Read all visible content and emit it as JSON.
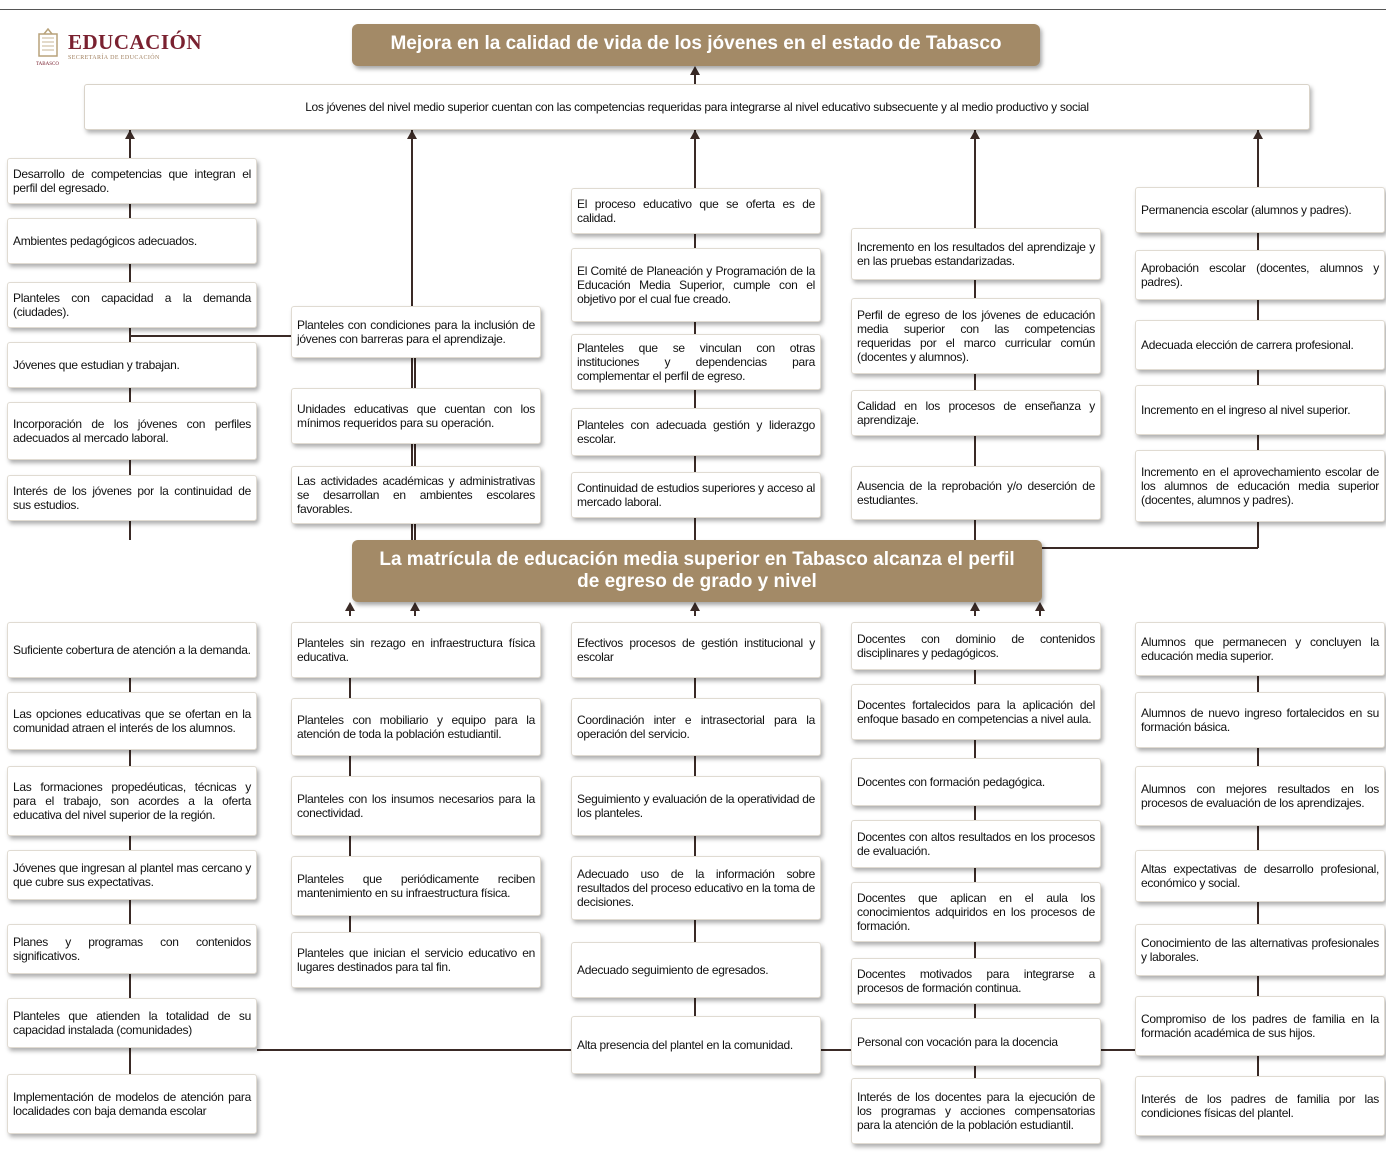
{
  "header": {
    "logo_text": "EDUCACIÓN",
    "logo_subtext": "SECRETARÍA DE EDUCACIÓN",
    "logo_state": "TABASCO"
  },
  "colors": {
    "banner": "#a38a67",
    "connector": "#3a2a26",
    "logo": "#7a2130"
  },
  "top_goal": "Mejora en la calidad de vida de los jóvenes en el estado de Tabasco",
  "result": "Los jóvenes del nivel medio superior cuentan con las competencias requeridas para integrarse al nivel educativo subsecuente y al medio productivo y social",
  "central_problem": "La matrícula de educación media superior en Tabasco alcanza el perfil de egreso de grado y nivel",
  "upper_columns": [
    [
      "Desarrollo de competencias que integran el perfil del egresado.",
      "Ambientes pedagógicos adecuados.",
      "Planteles con capacidad a la demanda (ciudades).",
      "Jóvenes que estudian y trabajan.",
      "Incorporación de los jóvenes con perfiles adecuados al mercado laboral.",
      "Interés de los jóvenes por la continuidad de sus estudios."
    ],
    [
      "Planteles con condiciones para la inclusión de jóvenes con barreras para el aprendizaje.",
      "Unidades educativas que cuentan con los mínimos requeridos para su operación.",
      "Las actividades académicas y administrativas se desarrollan en ambientes escolares favorables."
    ],
    [
      "El proceso educativo que se oferta es de calidad.",
      "El Comité de Planeación y Programación de la Educación Media Superior, cumple con el objetivo por el cual fue creado.",
      "Planteles que se vinculan con otras instituciones y dependencias para complementar el perfil de egreso.",
      "Planteles con adecuada gestión y liderazgo escolar.",
      "Continuidad de estudios superiores y acceso al mercado laboral."
    ],
    [
      "Incremento en los resultados del aprendizaje y en las pruebas estandarizadas.",
      "Perfil de egreso de los jóvenes de educación media superior con las competencias requeridas por el marco curricular común (docentes y alumnos).",
      "Calidad en los procesos de enseñanza y aprendizaje.",
      "Ausencia de la reprobación y/o deserción de estudiantes."
    ],
    [
      "Permanencia escolar (alumnos y padres).",
      "Aprobación escolar (docentes, alumnos y padres).",
      "Adecuada elección de carrera profesional.",
      "Incremento en el ingreso al nivel superior.",
      "Incremento en el aprovechamiento escolar de los alumnos de educación media superior (docentes, alumnos y padres)."
    ]
  ],
  "lower_columns": [
    [
      "Suficiente cobertura de atención a la demanda.",
      "Las opciones educativas que se ofertan en la comunidad atraen el interés de los alumnos.",
      "Las formaciones propedéuticas, técnicas y para el trabajo, son acordes a la oferta educativa del nivel superior de la región.",
      "Jóvenes que ingresan al plantel mas cercano y que cubre sus expectativas.",
      "Planes y programas con contenidos significativos.",
      "Planteles que atienden la totalidad de su capacidad instalada (comunidades)",
      "Implementación de modelos de atención para localidades con baja demanda escolar"
    ],
    [
      "Planteles sin rezago en infraestructura física educativa.",
      "Planteles con mobiliario y equipo para la atención de toda la población estudiantil.",
      "Planteles con los insumos necesarios para la conectividad.",
      "Planteles que periódicamente reciben mantenimiento en su infraestructura física.",
      "Planteles que inician el servicio educativo en lugares destinados para tal fin."
    ],
    [
      "Efectivos procesos de gestión institucional y escolar",
      "Coordinación inter e intrasectorial para la operación del servicio.",
      "Seguimiento y evaluación de la operatividad de los planteles.",
      "Adecuado uso de la información sobre resultados del proceso educativo en la toma de decisiones.",
      "Adecuado seguimiento de egresados.",
      "Alta presencia del plantel en la comunidad."
    ],
    [
      "Docentes con dominio de contenidos disciplinares y pedagógicos.",
      "Docentes fortalecidos para la aplicación del enfoque basado en competencias a nivel aula.",
      "Docentes con formación pedagógica.",
      "Docentes con altos resultados en los procesos de evaluación.",
      "Docentes que aplican en el aula los conocimientos adquiridos en los procesos de formación.",
      "Docentes motivados para integrarse a procesos de formación continua.",
      "Personal con vocación para la docencia",
      "Interés de los docentes para la ejecución de los programas y acciones compensatorias para la atención de la población estudiantil."
    ],
    [
      "Alumnos que permanecen y concluyen la educación media superior.",
      "Alumnos de nuevo ingreso fortalecidos en su formación básica.",
      "Alumnos con mejores resultados en los procesos de evaluación de los aprendizajes.",
      "Altas expectativas de desarrollo profesional, económico y social.",
      "Conocimiento de las alternativas profesionales y laborales.",
      "Compromiso de los padres de familia en la formación académica de sus hijos.",
      "Interés de los padres de familia por las condiciones físicas del plantel."
    ]
  ]
}
